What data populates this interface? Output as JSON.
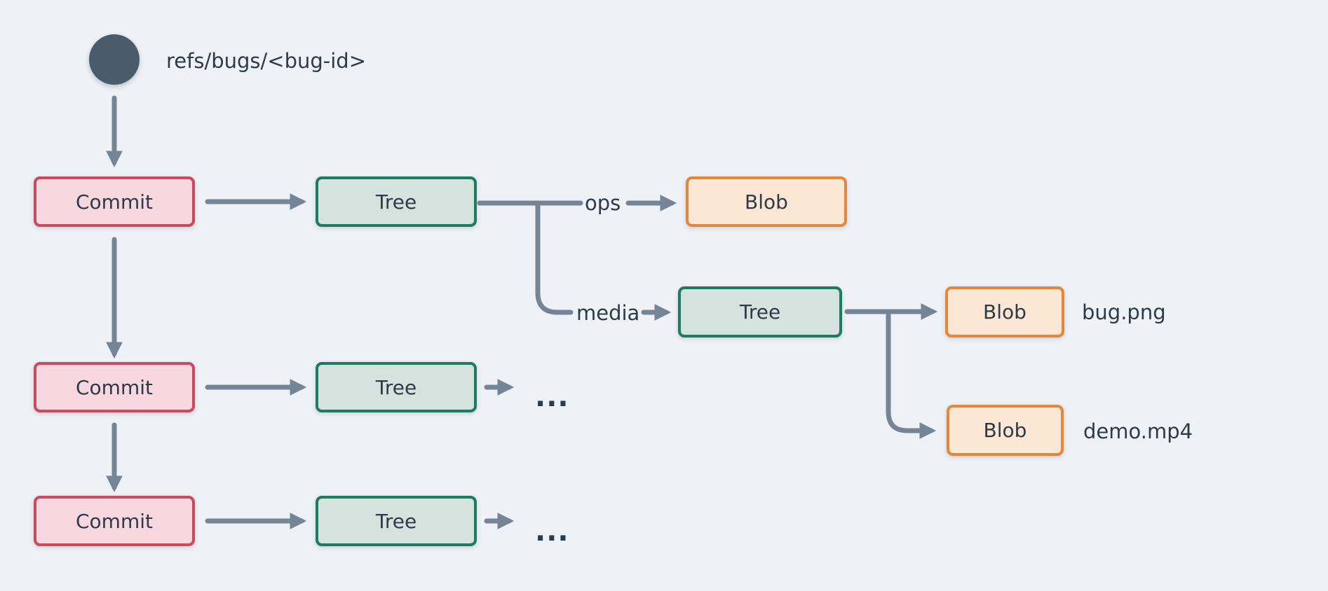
{
  "colors": {
    "background": "#eef1f6",
    "arrow": "#768596",
    "ink": "#2d3b49",
    "ref_circle": "#4a5c6c",
    "commit_fill": "#f8d8de",
    "commit_border": "#cb4a60",
    "tree_fill": "#d5e3de",
    "tree_border": "#1e7a60",
    "blob_fill": "#fce7d5",
    "blob_border": "#e2883c"
  },
  "ref": {
    "label": "refs/bugs/<bug-id>"
  },
  "nodes": {
    "commit1": {
      "label": "Commit",
      "type": "commit"
    },
    "commit2": {
      "label": "Commit",
      "type": "commit"
    },
    "commit3": {
      "label": "Commit",
      "type": "commit"
    },
    "tree1": {
      "label": "Tree",
      "type": "tree"
    },
    "tree2": {
      "label": "Tree",
      "type": "tree"
    },
    "tree3": {
      "label": "Tree",
      "type": "tree"
    },
    "treeMedia": {
      "label": "Tree",
      "type": "tree"
    },
    "blobOps": {
      "label": "Blob",
      "type": "blob"
    },
    "blobBug": {
      "label": "Blob",
      "type": "blob"
    },
    "blobDemo": {
      "label": "Blob",
      "type": "blob"
    }
  },
  "edge_labels": {
    "ops": "ops",
    "media": "media"
  },
  "file_labels": {
    "bug": "bug.png",
    "demo": "demo.mp4"
  },
  "ellipsis": {
    "row2": "...",
    "row3": "..."
  }
}
